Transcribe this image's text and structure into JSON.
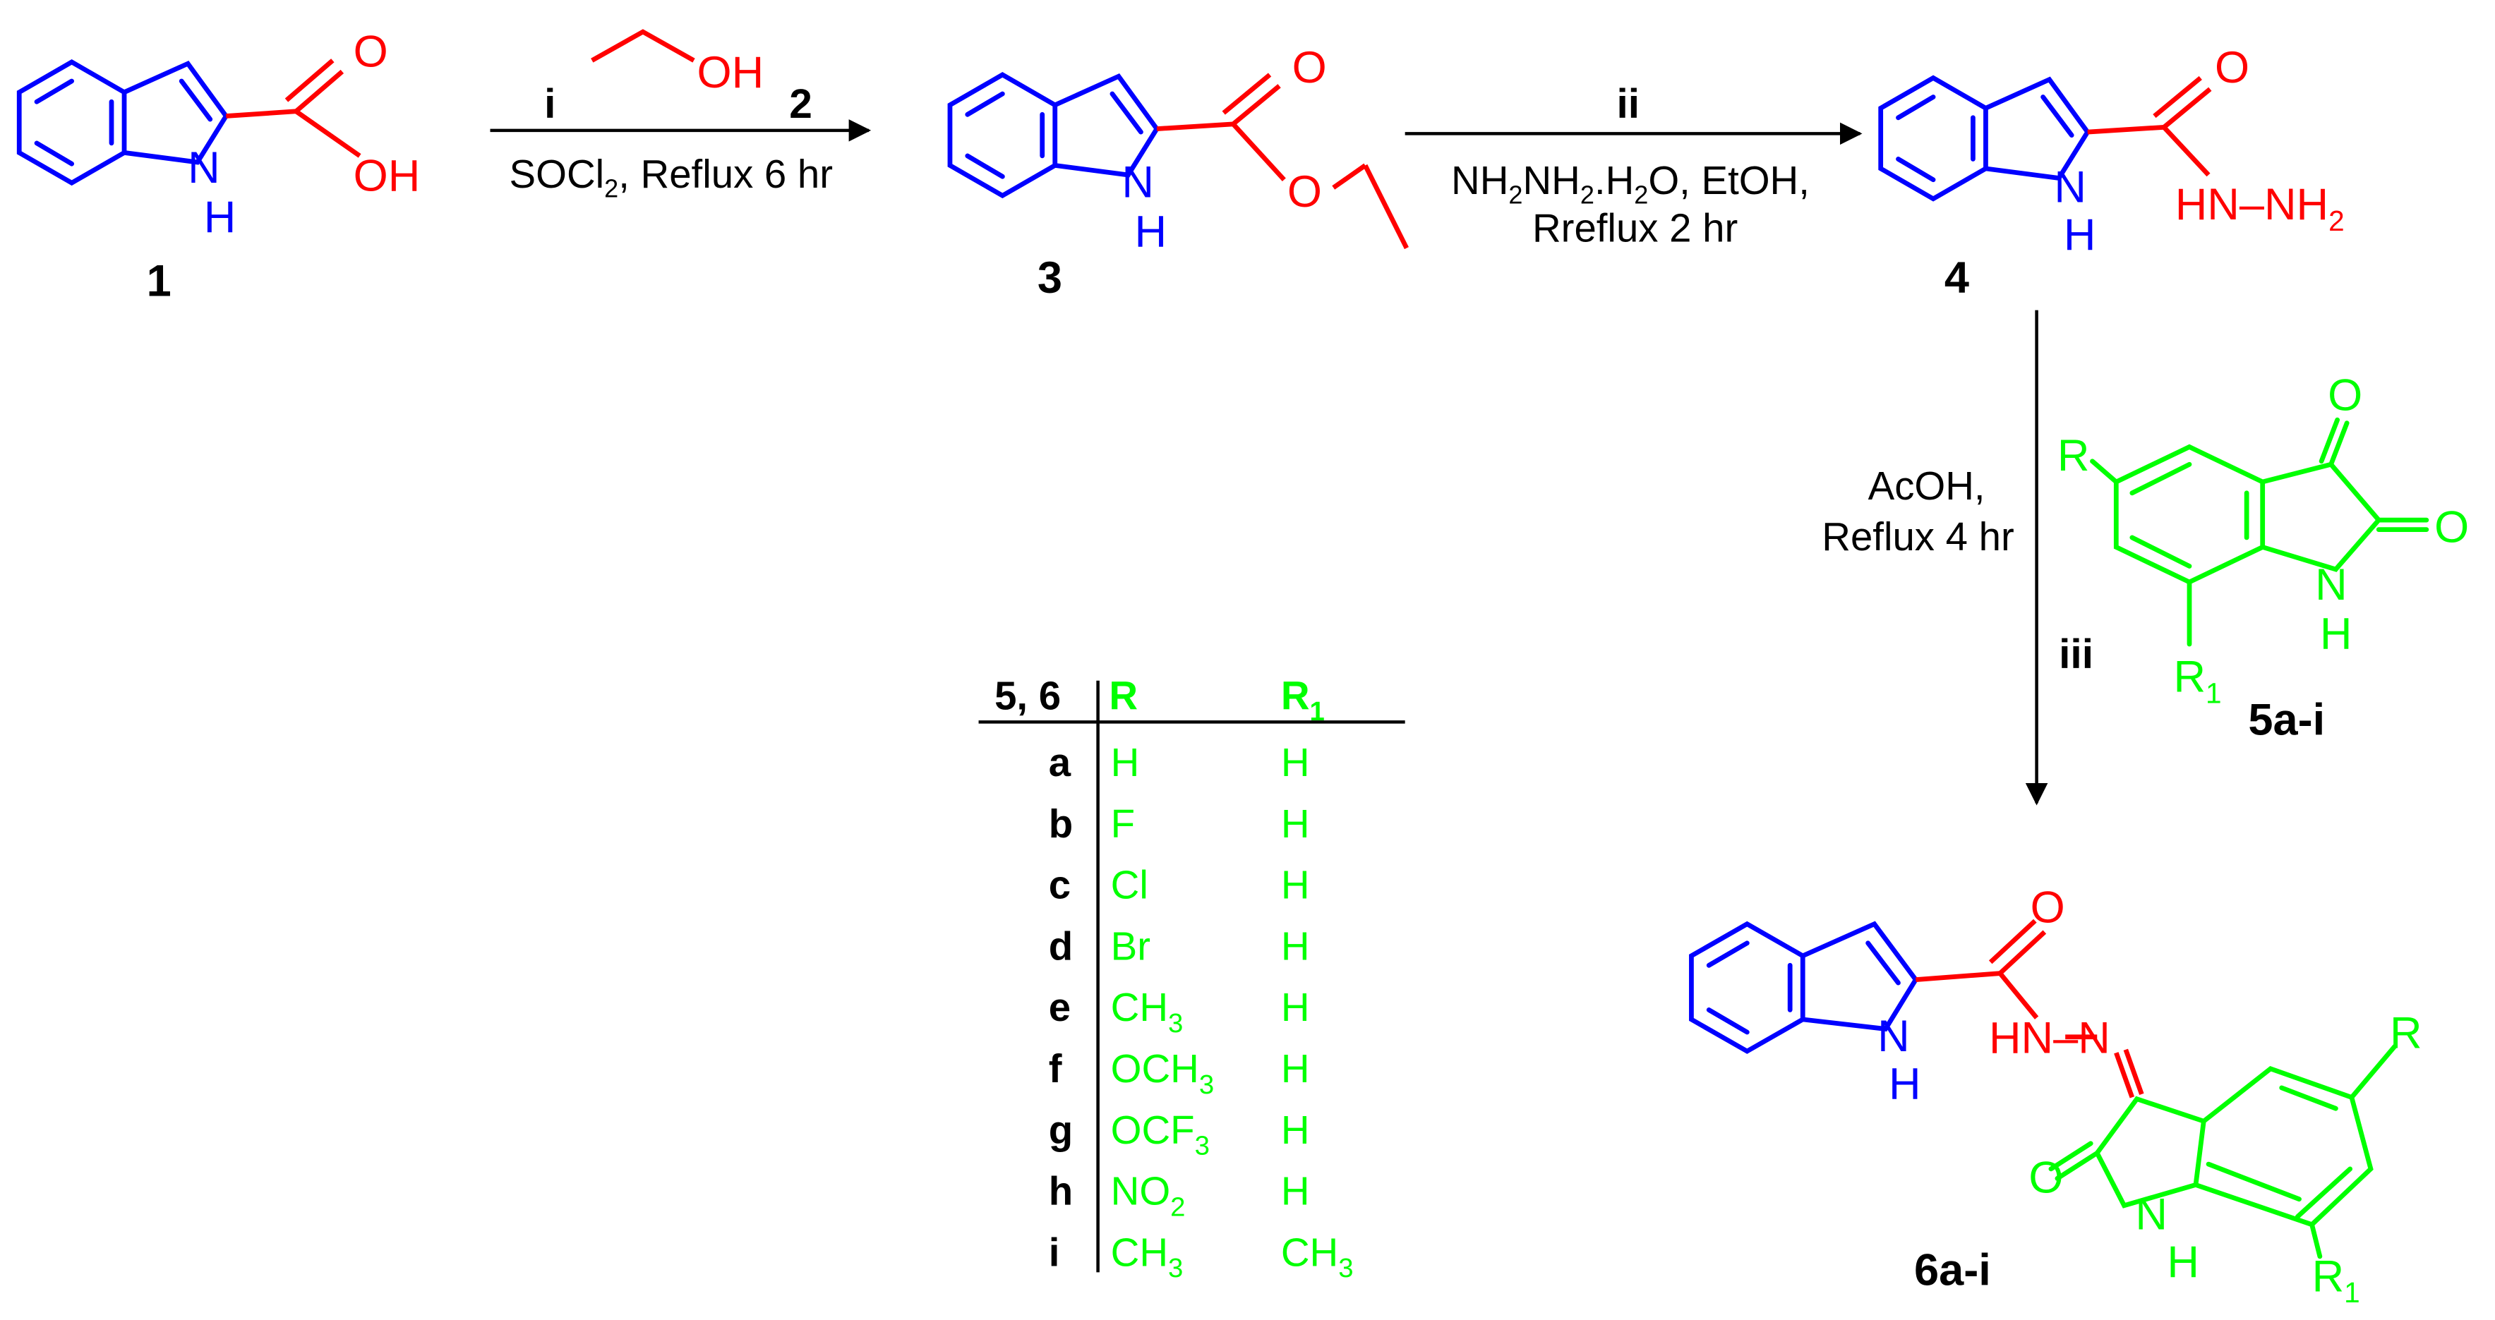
{
  "colors": {
    "indole": "#0000ff",
    "carbonyl": "#ff0000",
    "isatin": "#00ff00",
    "reagent_text": "#000000"
  },
  "compounds": {
    "c1": "1",
    "c2": "2",
    "c3": "3",
    "c4": "4",
    "c5": "5a-i",
    "c6": "6a-i"
  },
  "atoms": {
    "O": "O",
    "OH": "OH",
    "N": "N",
    "H": "H",
    "NH": "NH",
    "HN": "HN",
    "HN_dash": "HN",
    "NH2_prefix": "NH",
    "NH2_sub": "2",
    "R": "R",
    "R1_main": "R",
    "R1_sub": "1"
  },
  "steps": {
    "step1": {
      "label": "i",
      "reagent_parts": [
        "SOCl",
        "2",
        ", Reflux 6 hr"
      ]
    },
    "step2": {
      "label": "ii",
      "reagent1_parts": [
        "NH",
        "2",
        "NH",
        "2",
        ".H",
        "2",
        "O, EtOH,"
      ],
      "reagent2": "Rreflux 2 hr"
    },
    "step3": {
      "label": "iii",
      "reagent1": "AcOH,",
      "reagent2": "Reflux 4 hr"
    }
  },
  "substituent_table": {
    "header": [
      "5, 6",
      "R",
      "R1"
    ],
    "rows": [
      {
        "id": "a",
        "R": "H",
        "R1": "H"
      },
      {
        "id": "b",
        "R": "F",
        "R1": "H"
      },
      {
        "id": "c",
        "R": "Cl",
        "R1": "H"
      },
      {
        "id": "d",
        "R": "Br",
        "R1": "H"
      },
      {
        "id": "e",
        "R": "CH3",
        "R1": "H"
      },
      {
        "id": "f",
        "R": "OCH3",
        "R1": "H"
      },
      {
        "id": "g",
        "R": "OCF3",
        "R1": "H"
      },
      {
        "id": "h",
        "R": "NO2",
        "R1": "H"
      },
      {
        "id": "i",
        "R": "CH3",
        "R1": "CH3"
      }
    ]
  }
}
